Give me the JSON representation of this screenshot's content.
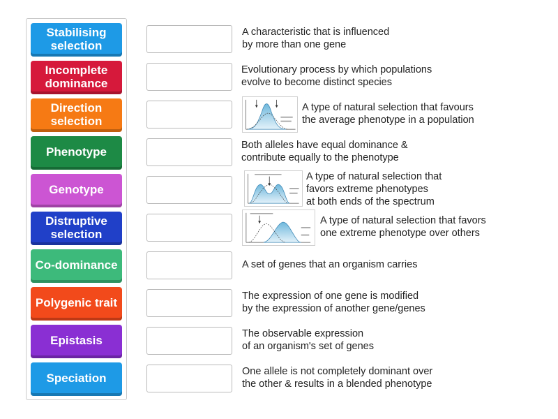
{
  "terms": [
    {
      "label": "Stabilising\nselection",
      "color": "#1e9ae6"
    },
    {
      "label": "Incomplete\ndominance",
      "color": "#d6193b"
    },
    {
      "label": "Direction\nselection",
      "color": "#f67a14"
    },
    {
      "label": "Phenotype",
      "color": "#1d8a45"
    },
    {
      "label": "Genotype",
      "color": "#cc55d3"
    },
    {
      "label": "Distruptive\nselection",
      "color": "#2040c8"
    },
    {
      "label": "Co-dominance",
      "color": "#3dba7b"
    },
    {
      "label": "Polygenic trait",
      "color": "#f24a1b"
    },
    {
      "label": "Epistasis",
      "color": "#8a2fd3"
    },
    {
      "label": "Speciation",
      "color": "#1e9ae6"
    }
  ],
  "definitions": [
    {
      "text": "A characteristic that is influenced\nby more than one gene"
    },
    {
      "text": "Evolutionary process by which populations\nevolve to become distinct species"
    },
    {
      "text": "A type of natural selection that favours\nthe average phenotype in a population",
      "image": "stabilizing-selection-graph"
    },
    {
      "text": "Both alleles have equal dominance &\ncontribute equally to the phenotype"
    },
    {
      "text": "A type of natural selection that\nfavors extreme phenotypes\nat both ends of the spectrum",
      "image": "disruptive-selection-graph"
    },
    {
      "text": "A type of natural selection that favors\none extreme phenotype over others",
      "image": "directional-selection-graph"
    },
    {
      "text": "A set of genes that an organism carries"
    },
    {
      "text": "The expression of one gene is modified\nby the expression of another gene/genes"
    },
    {
      "text": "The observable expression\nof an organism's set of genes"
    },
    {
      "text": "One allele is not completely dominant over\nthe other & results in a blended phenotype"
    }
  ]
}
